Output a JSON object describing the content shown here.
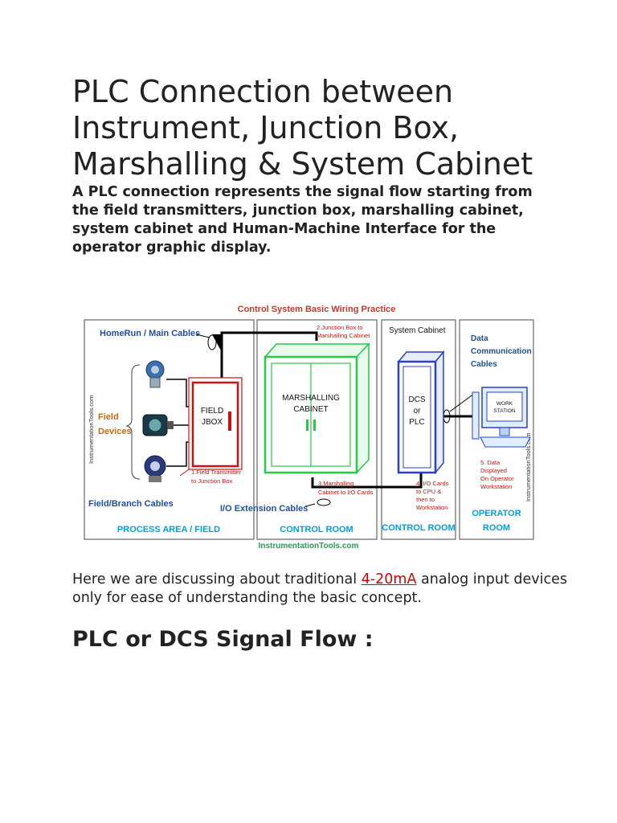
{
  "title": "PLC Connection between Instrument, Junction Box, Marshalling & System Cabinet",
  "lead": "A PLC connection represents the signal flow starting from the field transmitters, junction box, marshalling cabinet, system cabinet and Human-Machine Interface for the operator graphic display.",
  "figure": {
    "title": "Control System Basic Wiring Practice",
    "footer": "InstrumentationTools.com",
    "watermark": "InstrumentationTools.com",
    "labels": {
      "homerun": "HomeRun / Main Cables",
      "field_devices_1": "Field",
      "field_devices_2": "Devices",
      "field_branch": "Field/Branch Cables",
      "io_ext": "I/O Extension Cables",
      "jbox_1": "FIELD",
      "jbox_2": "JBOX",
      "marshalling_1": "MARSHALLING",
      "marshalling_2": "CABINET",
      "system_cabinet": "System Cabinet",
      "dcs_1": "DCS",
      "dcs_2": "or",
      "dcs_3": "PLC",
      "data_comm_1": "Data",
      "data_comm_2": "Communication",
      "data_comm_3": "Cables",
      "workstation_1": "WORK",
      "workstation_2": "STATION"
    },
    "steps": {
      "s1_a": "1.Field Transmitter",
      "s1_b": "to Junction Box",
      "s2_a": "2.Junction Box to",
      "s2_b": "Marshalling Cabinet",
      "s3_a": "3.Marshalling",
      "s3_b": "Cabinet to I/O Cards",
      "s4_a": "4. I/O Cards",
      "s4_b": "to CPU &",
      "s4_c": "then to",
      "s4_d": "Workstation",
      "s5_a": "5. Data",
      "s5_b": "Displayed",
      "s5_c": "On Operator",
      "s5_d": "Workstation"
    },
    "areas": {
      "process": "PROCESS AREA / FIELD",
      "control1": "CONTROL ROOM",
      "control2": "CONTROL ROOM",
      "operator_1": "OPERATOR",
      "operator_2": "ROOM"
    },
    "colors": {
      "title": "#c0392b",
      "label_blue": "#1f4e9c",
      "step_red": "#cc1111",
      "area_cyan": "#00a0e3",
      "jbox_red": "#cc1111",
      "marshalling_green": "#22cc44",
      "dcs_blue": "#2b3fcf",
      "footer_green": "#21a05a"
    }
  },
  "paragraph": {
    "before": "Here we are discussing about traditional ",
    "link": "4-20mA",
    "after": " analog input devices only for ease of understanding the basic concept."
  },
  "section_heading": "PLC or DCS Signal Flow :"
}
